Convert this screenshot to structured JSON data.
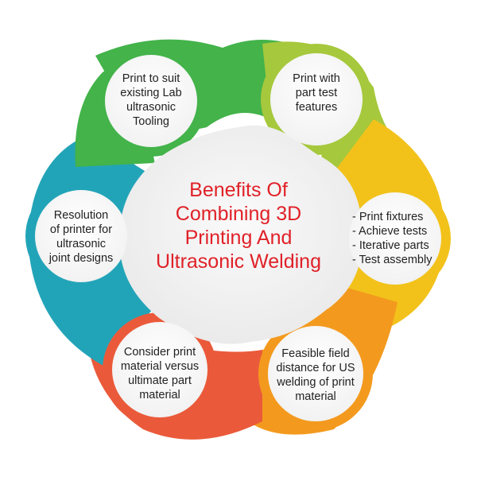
{
  "center": {
    "title_lines": [
      "Benefits Of",
      "Combining 3D",
      "Printing And",
      "Ultrasonic Welding"
    ]
  },
  "nodes": [
    {
      "id": "top-left",
      "color": "#43b34a",
      "lines": [
        "Print to suit",
        "existing Lab",
        "ultrasonic",
        "Tooling"
      ]
    },
    {
      "id": "top-right",
      "color": "#a6c83c",
      "lines": [
        "Print with",
        "part test",
        "features"
      ]
    },
    {
      "id": "right",
      "color": "#f2c21b",
      "lines": [
        "- Print fixtures",
        "- Achieve tests",
        "- Iterative parts",
        "- Test assembly"
      ]
    },
    {
      "id": "bottom-right",
      "color": "#f39a1e",
      "lines": [
        "Feasible field",
        "distance for US",
        "welding of print",
        "material"
      ]
    },
    {
      "id": "bottom-left",
      "color": "#ea5a3a",
      "lines": [
        "Consider print",
        "material versus",
        "ultimate part",
        "material"
      ]
    },
    {
      "id": "left",
      "color": "#22a4b8",
      "lines": [
        "Resolution",
        "of printer for",
        "ultrasonic",
        "joint designs"
      ]
    }
  ],
  "colors": {
    "center_text": "#e02128",
    "background": "#ffffff",
    "body_text": "#222222",
    "inner_fill": "#f1f1f1"
  }
}
